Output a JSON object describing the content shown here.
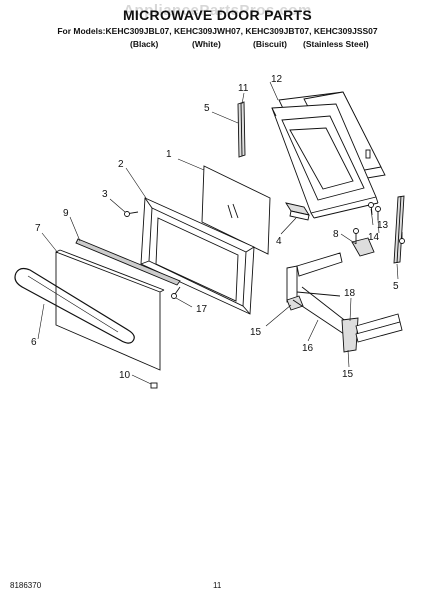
{
  "watermark": "AppliancePartsPros.com",
  "title": "MICROWAVE DOOR PARTS",
  "models_line": "For Models:KEHC309JBL07, KEHC309JWH07, KEHC309JBT07, KEHC309JSS07",
  "finishes": [
    "(Black)",
    "(White)",
    "(Biscuit)",
    "(Stainless Steel)"
  ],
  "callouts": {
    "c1": "1",
    "c2": "2",
    "c3": "3",
    "c4": "4",
    "c5": "5",
    "c5b": "5",
    "c6": "6",
    "c7": "7",
    "c8": "8",
    "c9": "9",
    "c10": "10",
    "c11": "11",
    "c12": "12",
    "c13": "13",
    "c14": "14",
    "c15": "15",
    "c15b": "15",
    "c16": "16",
    "c17": "17",
    "c18": "18"
  },
  "doc_number": "8186370",
  "page_number": "11"
}
